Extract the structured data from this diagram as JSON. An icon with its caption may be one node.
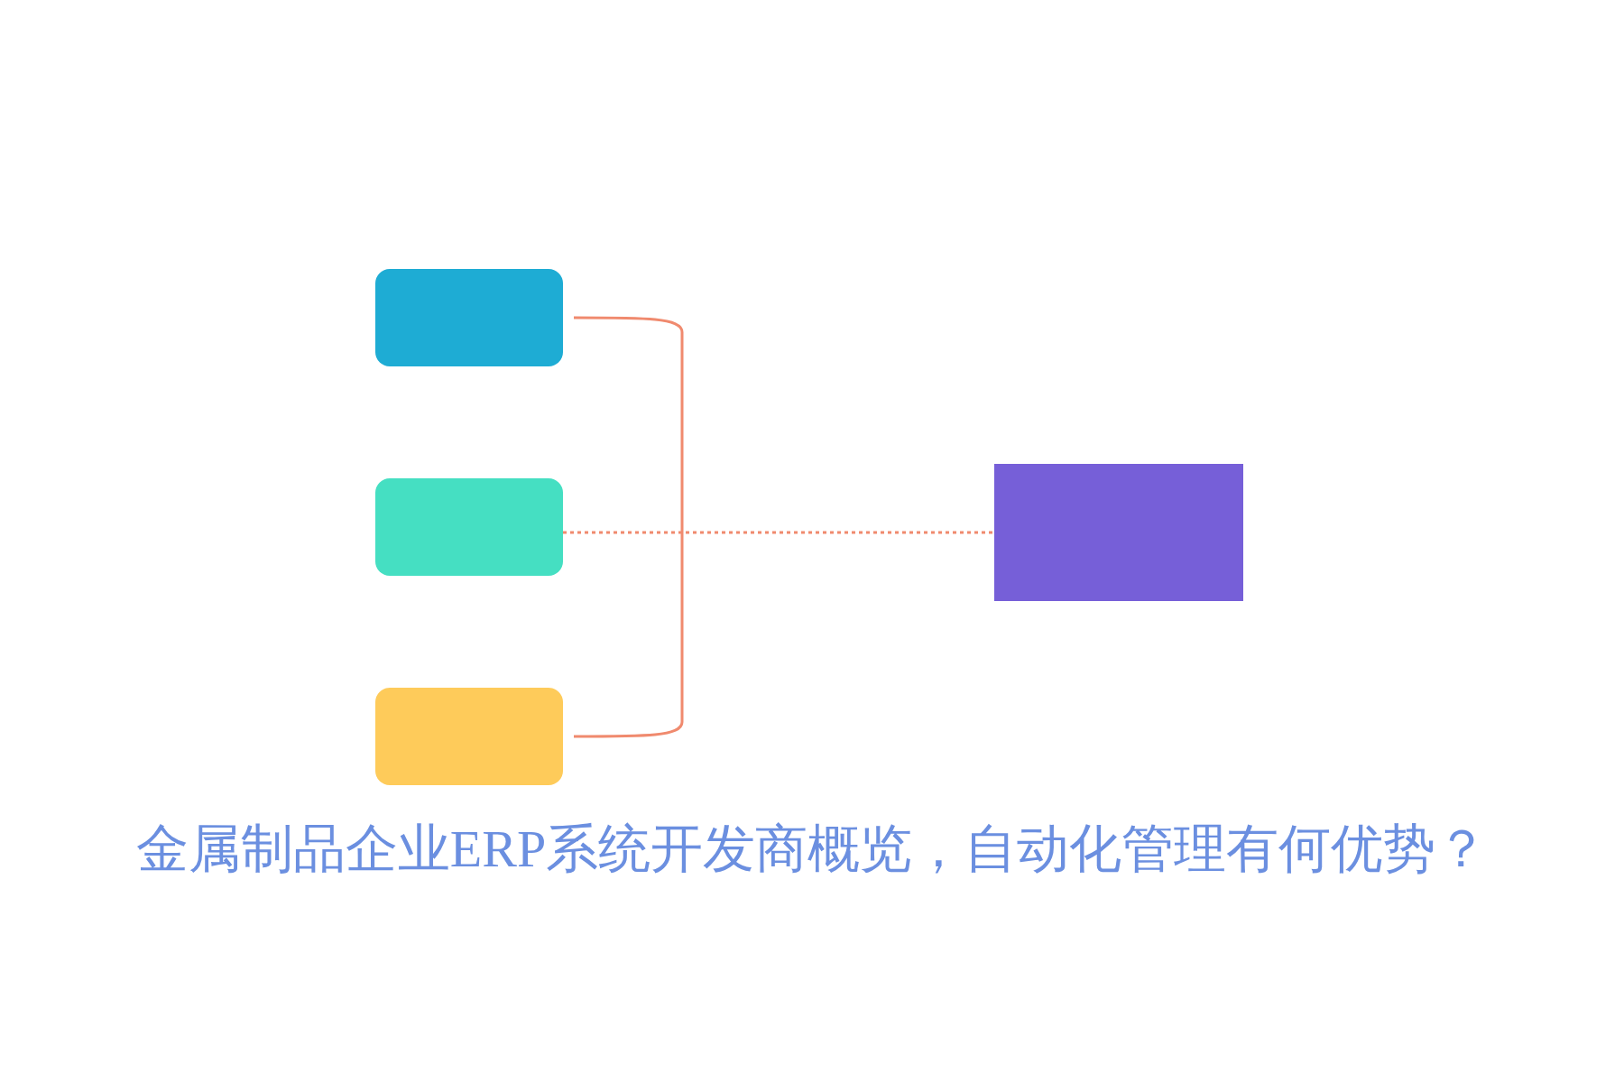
{
  "diagram": {
    "title": "金属制品企业ERP系统开发商概览，自动化管理有何优势？",
    "nodes": [
      {
        "text": [],
        "shape": "box"
      },
      {
        "text": [],
        "shape": "box"
      },
      {
        "text": [],
        "shape": "box"
      },
      {
        "text": [],
        "shape": "box"
      }
    ],
    "edges": [
      {
        "from": 0,
        "to": 3,
        "arrow": "none"
      },
      {
        "from": 1,
        "to": 3,
        "arrow": "none",
        "style": "dashed"
      },
      {
        "from": 2,
        "to": 3,
        "arrow": "none"
      }
    ]
  }
}
